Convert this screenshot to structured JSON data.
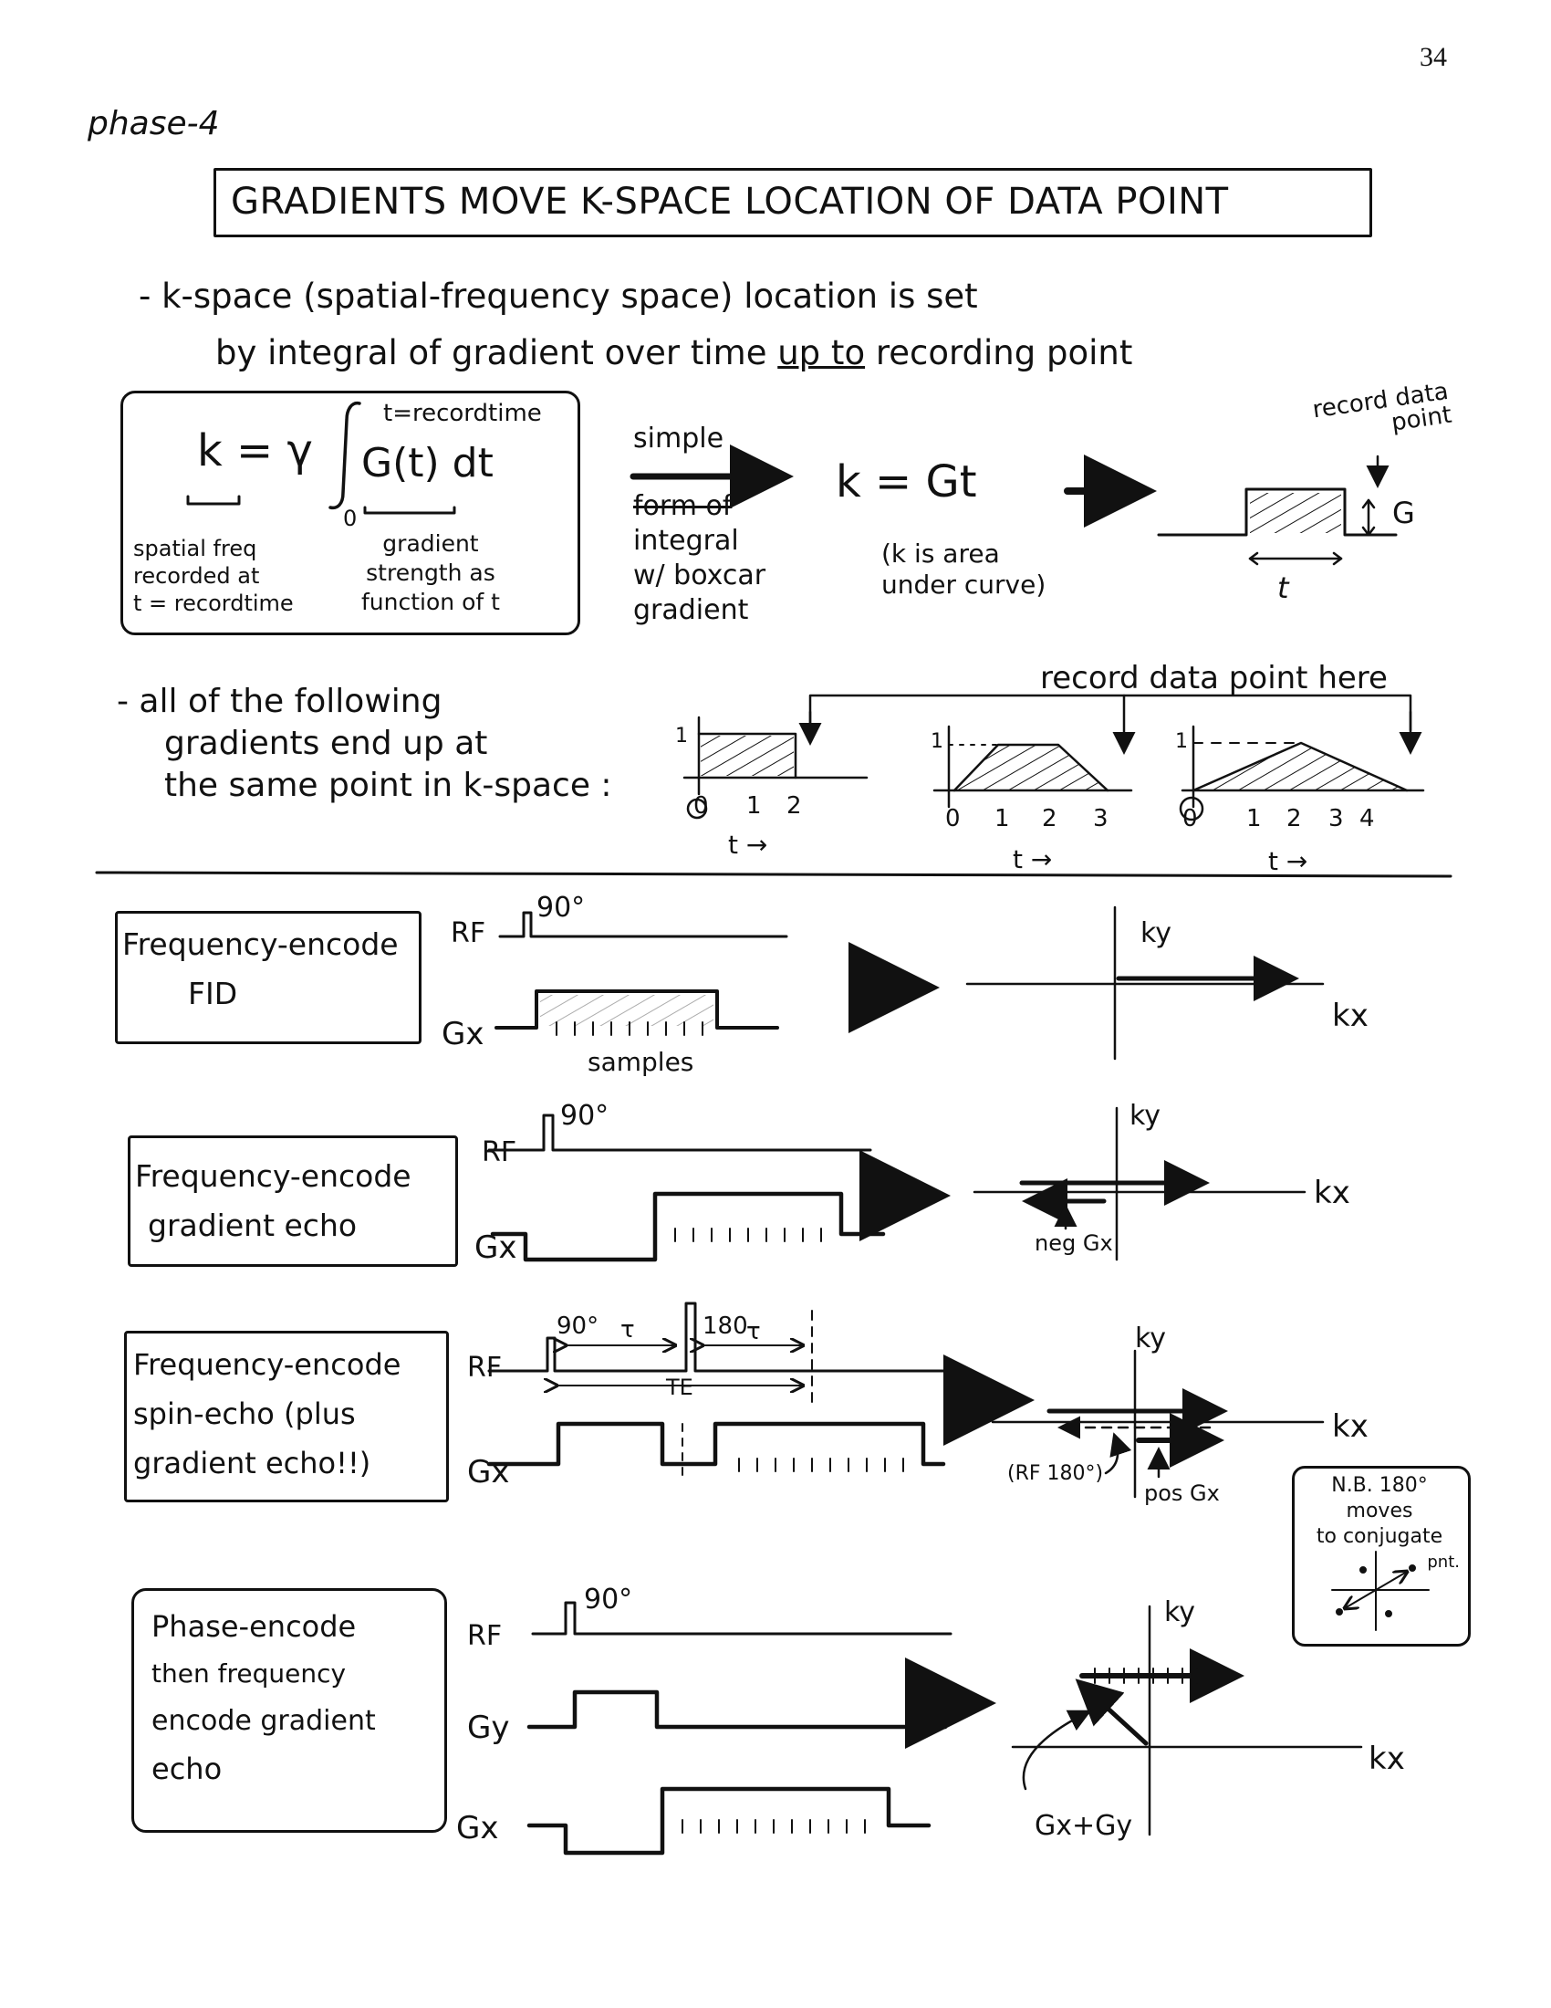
{
  "page_number": "34",
  "section_tag": "phase-4",
  "title": "GRADIENTS MOVE K-SPACE LOCATION OF DATA POINT",
  "intro": {
    "line1": "- k-space (spatial-frequency space) location is set",
    "line2_prefix": "by integral of gradient over time ",
    "line2_underlined": "up to",
    "line2_suffix": " recording point"
  },
  "formula_box": {
    "k": "k = γ",
    "upper_limit": "t=recordtime",
    "lower_limit": "0",
    "integrand": "G(t) dt",
    "k_desc": [
      "spatial freq",
      "recorded at",
      "t = recordtime"
    ],
    "g_desc": [
      "gradient",
      "strength as",
      "function of t"
    ]
  },
  "simple_form": {
    "above_arrow": "simple",
    "below_arrow": [
      "form of",
      "integral",
      "w/ boxcar",
      "gradient"
    ],
    "equation": "k = Gt",
    "note": [
      "(k is area",
      "under curve)"
    ],
    "record_label": [
      "record data",
      "point"
    ],
    "g_label": "G",
    "t_label": "t"
  },
  "equivalence": {
    "text": [
      "- all of the following",
      "gradients end up at",
      "the same point in k-space :"
    ],
    "record_here": "record data point here",
    "plots": [
      {
        "ticks": [
          "0",
          "1",
          "2"
        ],
        "level": "1",
        "t_label": "t →"
      },
      {
        "ticks": [
          "0",
          "1",
          "2",
          "3"
        ],
        "level": "1",
        "t_label": "t →"
      },
      {
        "ticks": [
          "0",
          "1",
          "2",
          "3",
          "4"
        ],
        "level": "1",
        "t_label": "t →"
      }
    ]
  },
  "sequences": [
    {
      "label": [
        "Frequency-encode",
        "FID"
      ],
      "rf": "RF",
      "rf_angle": "90°",
      "gx": "Gx",
      "samples": "samples",
      "ky": "ky",
      "kx": "kx"
    },
    {
      "label": [
        "Frequency-encode",
        "gradient echo"
      ],
      "rf": "RF",
      "rf_angle": "90°",
      "gx": "Gx",
      "ky": "ky",
      "kx": "kx",
      "note": "neg Gx"
    },
    {
      "label": [
        "Frequency-encode",
        "spin-echo (plus",
        "gradient echo!!)"
      ],
      "rf": "RF",
      "rf_angle": "90°",
      "rf_angle2": "180",
      "tau": "τ",
      "te": "TE",
      "gx": "Gx",
      "ky": "ky",
      "kx": "kx",
      "note1": "(RF 180°)",
      "note2": "pos Gx"
    },
    {
      "label": [
        "Phase-encode",
        "then frequency",
        "encode gradient",
        "echo"
      ],
      "rf": "RF",
      "rf_angle": "90°",
      "gy": "Gy",
      "gx": "Gx",
      "ky": "ky",
      "kx": "kx",
      "note": "Gx+Gy"
    }
  ],
  "nb_box": [
    "N.B. 180° moves",
    "to conjugate",
    "pnt."
  ]
}
